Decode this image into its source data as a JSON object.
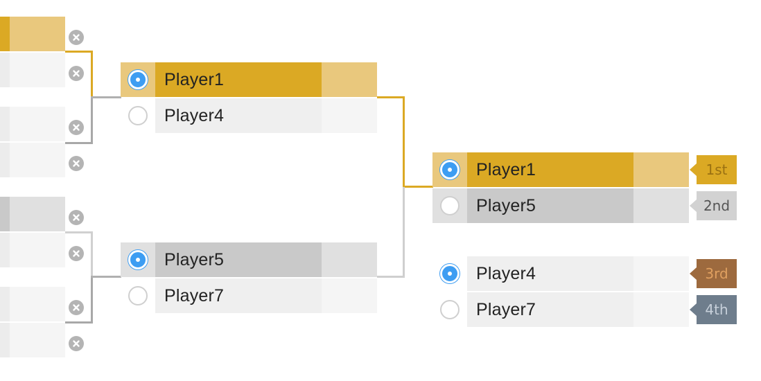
{
  "bracket": {
    "semifinal_top": {
      "player_a": "Player1",
      "player_b": "Player4"
    },
    "semifinal_bottom": {
      "player_a": "Player5",
      "player_b": "Player7"
    },
    "final": {
      "player_a": "Player1",
      "player_b": "Player5"
    },
    "third_place": {
      "player_a": "Player4",
      "player_b": "Player7"
    }
  },
  "placements": {
    "first": "1st",
    "second": "2nd",
    "third": "3rd",
    "fourth": "4th"
  },
  "colors": {
    "gold_dark": "#dba924",
    "gold_light": "#e9c87d",
    "silver_dark": "#c9c9c9",
    "silver_light": "#e0e0e0",
    "bronze": "#9d6a3e",
    "fourth": "#6e7d8c",
    "radio_selected": "#3d9df2"
  },
  "icons": {
    "remove": "x-circle-icon",
    "radio": "radio-icon"
  }
}
